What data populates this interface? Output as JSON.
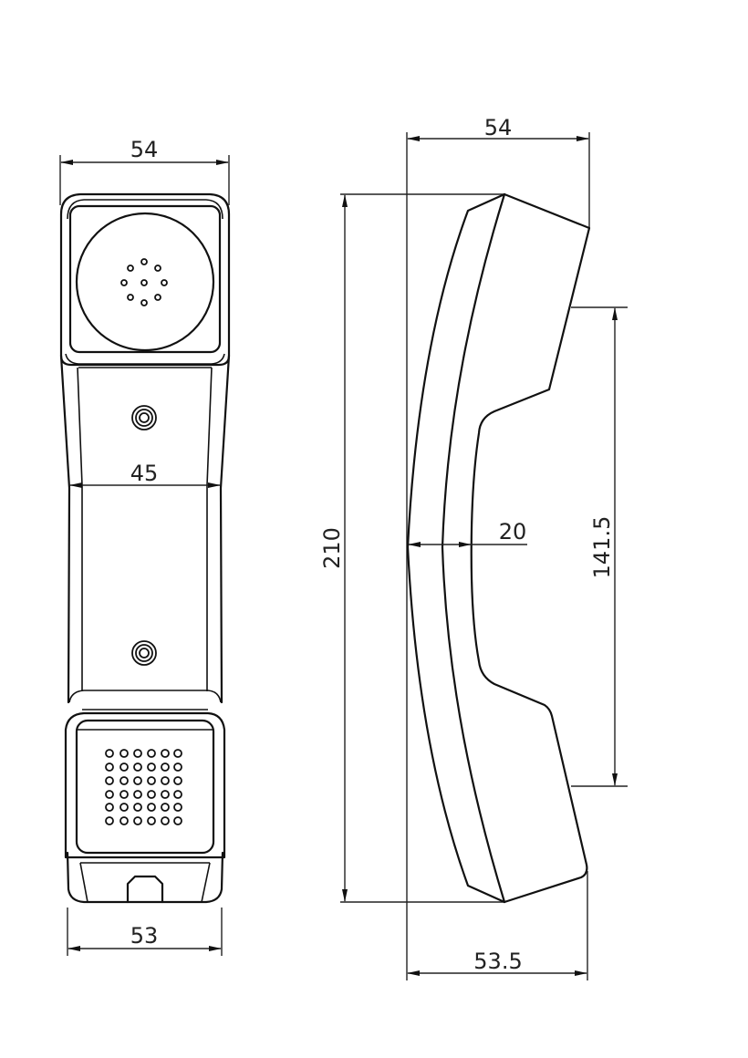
{
  "drawing": {
    "title": "Telephone handset dimensional drawing",
    "units": "mm",
    "views": [
      {
        "name": "front-view",
        "description": "front view with earpiece and mouthpiece"
      },
      {
        "name": "side-view",
        "description": "side profile of curved handset"
      }
    ]
  },
  "front_view": {
    "dims": {
      "top_width": "54",
      "waist_width": "45",
      "bottom_width": "53"
    },
    "earpiece_holes": 9,
    "mouthpiece_holes_grid": "6x6",
    "screw_holes": 2
  },
  "side_view": {
    "dims": {
      "top_depth": "54",
      "total_length": "210",
      "grip_thickness": "20",
      "inner_span": "141.5",
      "bottom_depth": "53.5"
    }
  },
  "colors": {
    "line": "#111111",
    "background": "#ffffff"
  }
}
